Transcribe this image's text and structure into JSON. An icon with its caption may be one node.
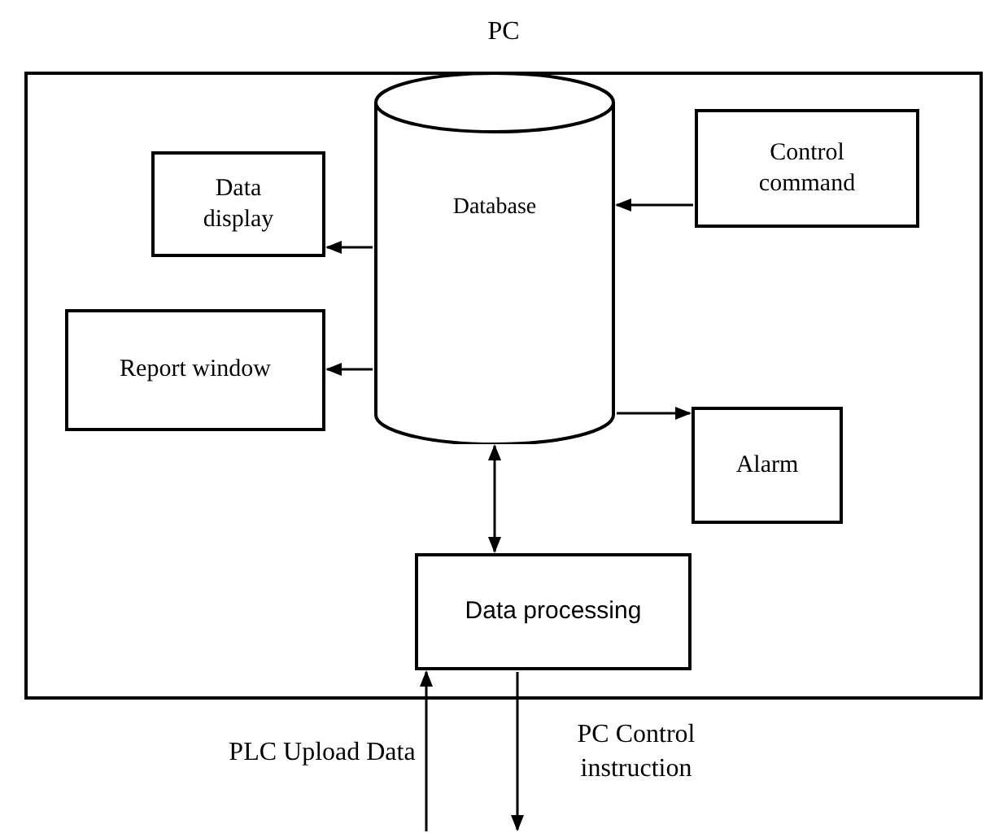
{
  "diagram": {
    "nodes": [
      {
        "text": [
          "PC"
        ]
      },
      {
        "text": [
          "Data display"
        ],
        "in": 0
      },
      {
        "text": [
          "Database"
        ],
        "in": 0
      },
      {
        "text": [
          "Control command"
        ],
        "in": 0
      },
      {
        "text": [
          "Report window"
        ],
        "in": 0
      },
      {
        "text": [
          "Alarm"
        ],
        "in": 0
      },
      {
        "text": [
          "Data processing"
        ],
        "in": 0
      }
    ],
    "edges": [
      {
        "from": 2,
        "to": 1,
        "arrow": "to"
      },
      {
        "from": 3,
        "to": 2,
        "arrow": "to"
      },
      {
        "from": 2,
        "to": 4,
        "arrow": "to"
      },
      {
        "from": 2,
        "to": 5,
        "arrow": "to"
      },
      {
        "from": 2,
        "to": 6,
        "arrow": "both"
      },
      {
        "from": null,
        "to": 6,
        "arrow": "to",
        "label": "PLC Upload Data"
      },
      {
        "from": 6,
        "to": null,
        "arrow": "to",
        "label": "PC Control instruction"
      }
    ]
  }
}
